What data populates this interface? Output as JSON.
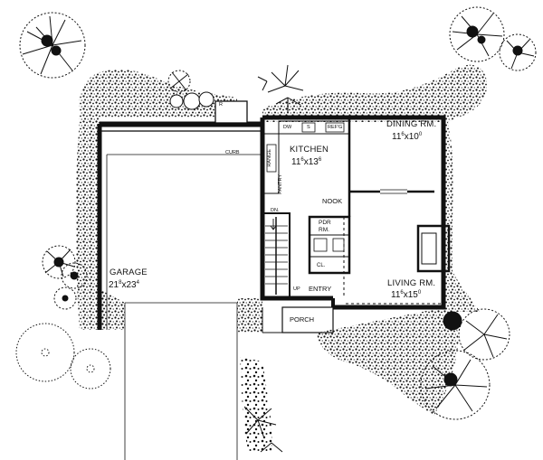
{
  "rooms": {
    "kitchen": {
      "name": "KITCHEN",
      "w_ft": "11",
      "w_in": "6",
      "l_ft": "13",
      "l_in": "6"
    },
    "dining": {
      "name": "DINING RM.",
      "w_ft": "11",
      "w_in": "6",
      "l_ft": "10",
      "l_in": "0"
    },
    "living": {
      "name": "LIVING RM.",
      "w_ft": "11",
      "w_in": "6",
      "l_ft": "15",
      "l_in": "0"
    },
    "garage": {
      "name": "GARAGE",
      "w_ft": "21",
      "w_in": "8",
      "l_ft": "23",
      "l_in": "4"
    }
  },
  "labels": {
    "nook": "NOOK",
    "entry": "ENTRY",
    "porch": "PORCH",
    "pdr_line1": "PDR",
    "pdr_line2": "RM.",
    "closet": "CL.",
    "curb": "CURB",
    "stair_down": "DN.",
    "stair_up": "UP",
    "dw": "DW",
    "sink": "S",
    "refrigerator": "REF'G",
    "range": "RANGE",
    "pantry": "PANTRY",
    "range_hood": "R",
    "times": "x"
  },
  "colors": {
    "line": "#111111",
    "paper": "#ffffff"
  }
}
